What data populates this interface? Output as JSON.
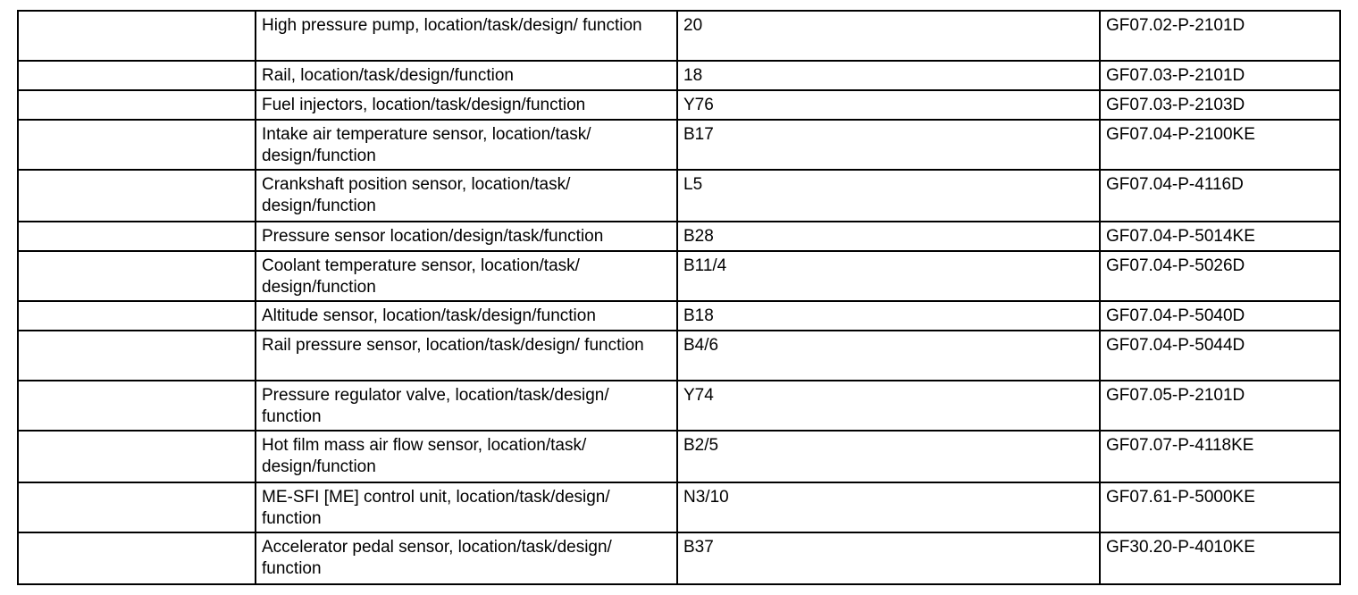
{
  "table": {
    "rows": [
      {
        "empty": "",
        "description": "High pressure pump, location/task/design/ function",
        "designation": "20",
        "document": "GF07.02-P-2101D"
      },
      {
        "empty": "",
        "description": "Rail, location/task/design/function",
        "designation": "18",
        "document": "GF07.03-P-2101D"
      },
      {
        "empty": "",
        "description": "Fuel injectors, location/task/design/function",
        "designation": "Y76",
        "document": "GF07.03-P-2103D"
      },
      {
        "empty": "",
        "description": "Intake air temperature sensor, location/task/ design/function",
        "designation": "B17",
        "document": "GF07.04-P-2100KE"
      },
      {
        "empty": "",
        "description": "Crankshaft position sensor, location/task/ design/function",
        "designation": "L5",
        "document": "GF07.04-P-4116D"
      },
      {
        "empty": "",
        "description": "Pressure sensor location/design/task/function",
        "designation": "B28",
        "document": "GF07.04-P-5014KE"
      },
      {
        "empty": "",
        "description": "Coolant temperature sensor, location/task/ design/function",
        "designation": "B11/4",
        "document": "GF07.04-P-5026D"
      },
      {
        "empty": "",
        "description": "Altitude sensor, location/task/design/function",
        "designation": "B18",
        "document": "GF07.04-P-5040D"
      },
      {
        "empty": "",
        "description": "Rail pressure sensor, location/task/design/ function",
        "designation": "B4/6",
        "document": "GF07.04-P-5044D"
      },
      {
        "empty": "",
        "description": "Pressure regulator valve, location/task/design/ function",
        "designation": "Y74",
        "document": "GF07.05-P-2101D"
      },
      {
        "empty": "",
        "description": "Hot film mass air flow sensor, location/task/ design/function",
        "designation": "B2/5",
        "document": "GF07.07-P-4118KE"
      },
      {
        "empty": "",
        "description": "ME-SFI [ME] control unit, location/task/design/ function",
        "designation": "N3/10",
        "document": "GF07.61-P-5000KE"
      },
      {
        "empty": "",
        "description": "Accelerator pedal sensor, location/task/design/ function",
        "designation": "B37",
        "document": "GF30.20-P-4010KE"
      }
    ]
  }
}
